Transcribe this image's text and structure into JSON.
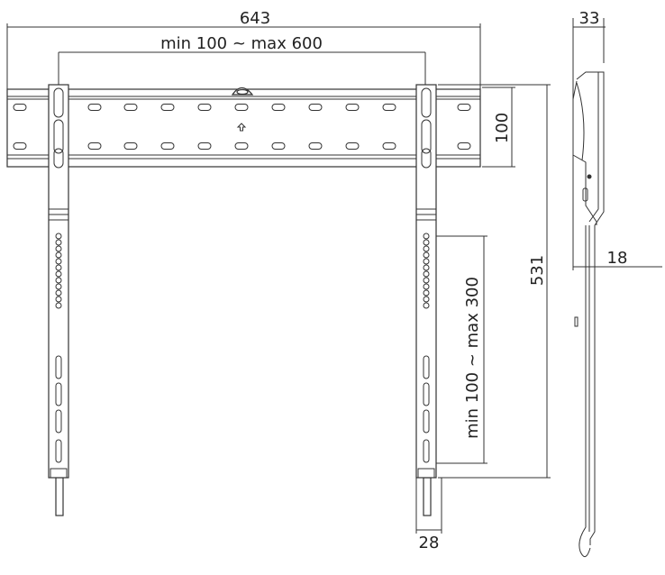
{
  "dimensions": {
    "total_width": "643",
    "horizontal_spacing": "min 100 ~ max 600",
    "bar_height": "100",
    "total_height": "531",
    "vertical_spacing": "min 100 ~ max 300",
    "arm_width": "28",
    "depth": "33",
    "wall_gap": "18"
  }
}
